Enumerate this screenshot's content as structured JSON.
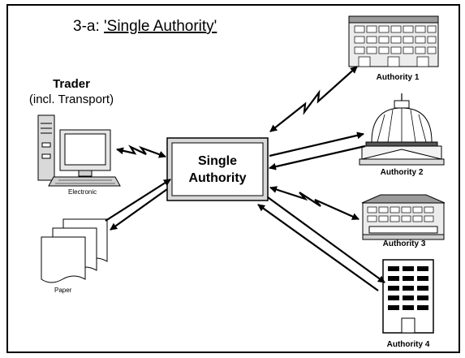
{
  "title": {
    "prefix": "3-a: ",
    "main": "'Single Authority'"
  },
  "trader": {
    "line1": "Trader",
    "line2": "(incl. Transport)"
  },
  "electronic_label": "Electronic",
  "paper_label": "Paper",
  "center": {
    "line1": "Single",
    "line2": "Authority"
  },
  "authorities": [
    {
      "label": "Authority 1"
    },
    {
      "label": "Authority 2"
    },
    {
      "label": "Authority 3"
    },
    {
      "label": "Authority 4"
    }
  ]
}
